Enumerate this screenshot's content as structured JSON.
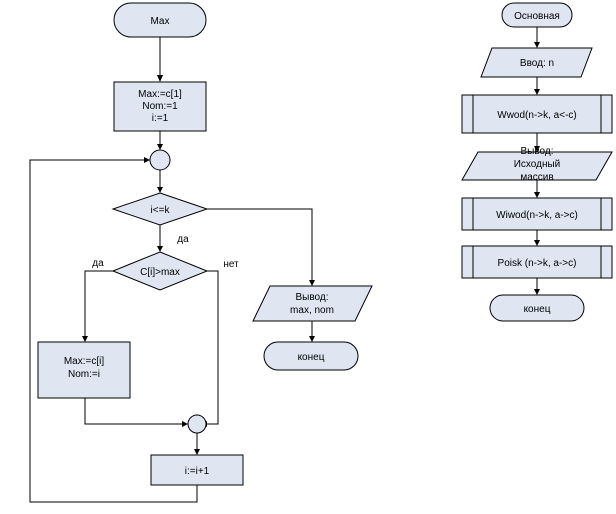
{
  "left_flowchart": {
    "start": "Max",
    "init": [
      "Max:=c[1]",
      "Nom:=1",
      "i:=1"
    ],
    "loop_condition": "i<=k",
    "compare_condition": "C[i]>max",
    "assign": [
      "Max:=c[i]",
      "Nom:=i"
    ],
    "increment": "i:=i+1",
    "output": [
      "Вывод:",
      "max, nom"
    ],
    "end": "конец",
    "label_yes_loop": "да",
    "label_yes_compare": "да",
    "label_no_compare": "нет"
  },
  "right_flowchart": {
    "start": "Основная",
    "input": "Ввод: n",
    "proc1": "Wwod(n->k, a<-c)",
    "output": [
      "Вывод:",
      "Исходный",
      "массив"
    ],
    "proc2": "Wiwod(n->k, a->c)",
    "proc3": "Poisk  (n->k, a->c)",
    "end": "конец"
  },
  "colors": {
    "shape_fill": "#dfe6f1",
    "stroke": "#000000"
  }
}
